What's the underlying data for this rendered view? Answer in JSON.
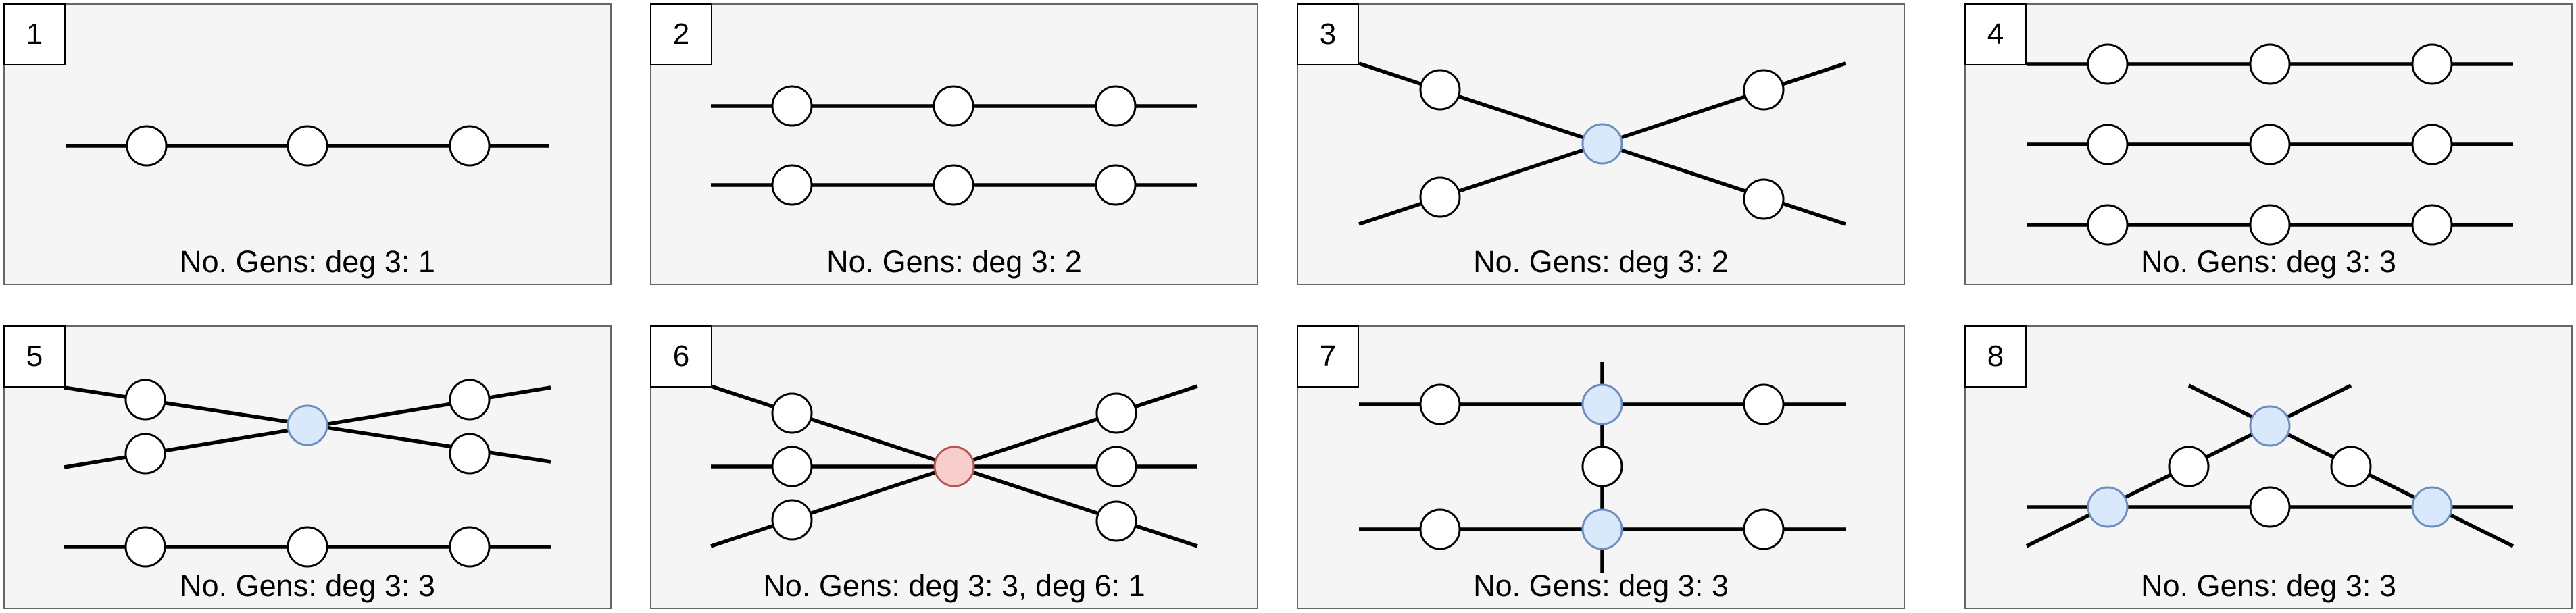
{
  "panels": [
    {
      "label": "1",
      "caption": "No. Gens: deg 3: 1"
    },
    {
      "label": "2",
      "caption": "No. Gens: deg 3: 2"
    },
    {
      "label": "3",
      "caption": "No. Gens: deg 3: 2"
    },
    {
      "label": "4",
      "caption": "No. Gens: deg 3: 3"
    },
    {
      "label": "5",
      "caption": "No. Gens: deg 3: 3"
    },
    {
      "label": "6",
      "caption": "No. Gens: deg 3: 3, deg 6: 1"
    },
    {
      "label": "7",
      "caption": "No. Gens: deg 3: 3"
    },
    {
      "label": "8",
      "caption": "No. Gens: deg 3: 3"
    }
  ],
  "colors": {
    "panel_bg": "#f5f5f5",
    "panel_border": "#666666",
    "node_white": "#ffffff",
    "node_blue": "#dae8fc",
    "node_blue_stroke": "#6c8ebf",
    "node_red": "#f8cecc",
    "node_red_stroke": "#b85450"
  }
}
